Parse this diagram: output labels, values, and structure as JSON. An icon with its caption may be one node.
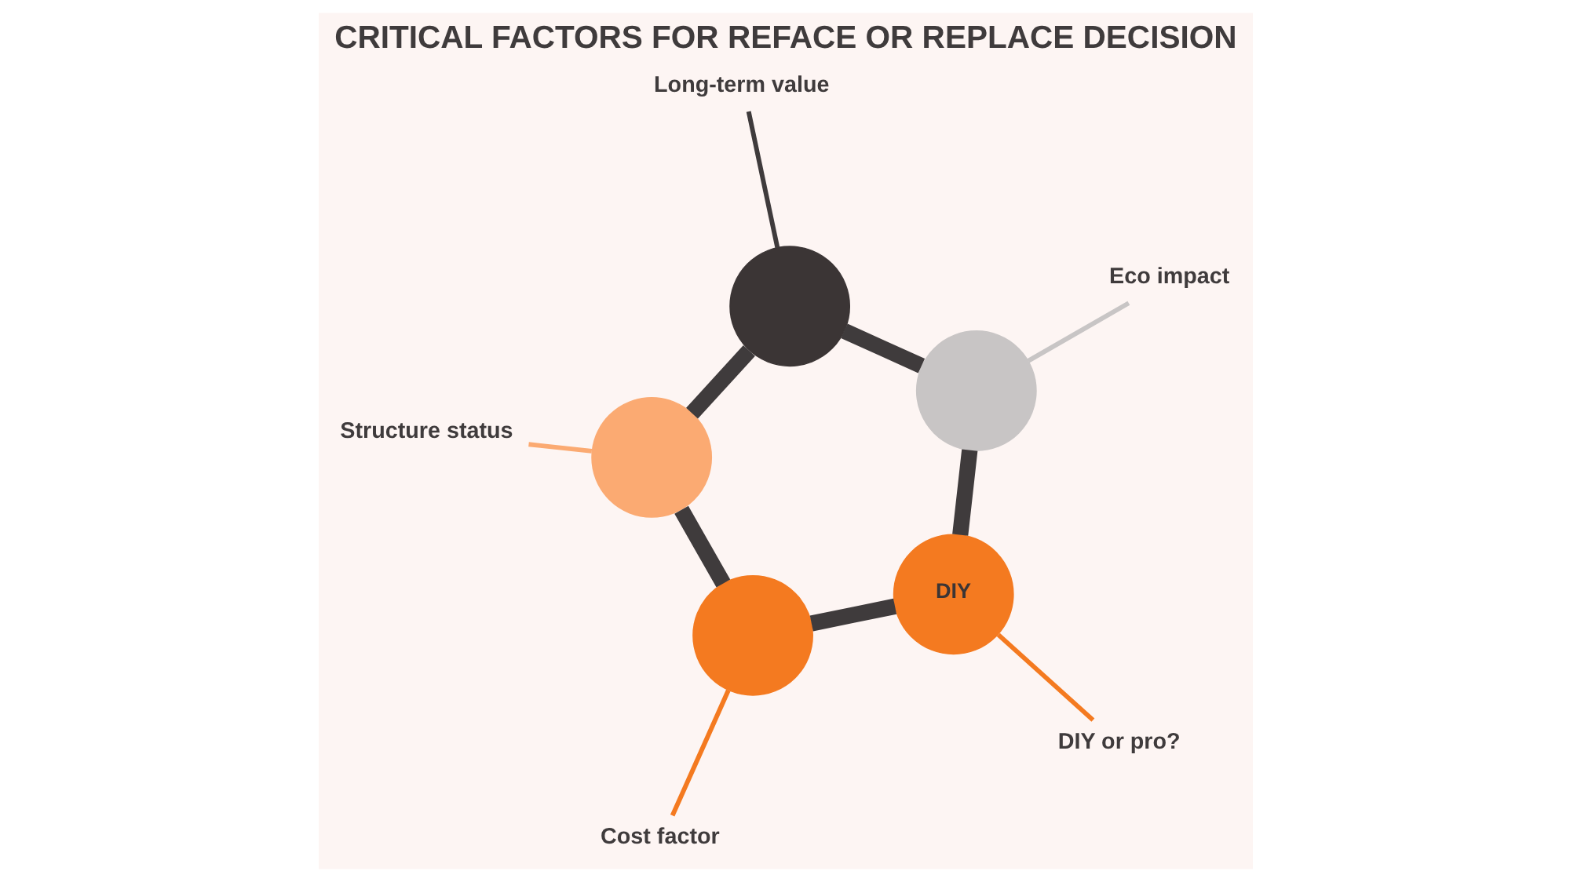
{
  "diagram": {
    "title": "CRITICAL FACTORS FOR REFACE OR REPLACE DECISION",
    "nodes": [
      {
        "text": [
          "Long-term value"
        ]
      },
      {
        "text": [
          "Structure status"
        ]
      },
      {
        "text": [
          "Eco impact"
        ]
      },
      {
        "text": [
          "Cost factor"
        ]
      },
      {
        "text": [
          "DIY or pro?"
        ]
      },
      {
        "text": [],
        "shape": "circle"
      },
      {
        "text": [],
        "shape": "circle"
      },
      {
        "text": [],
        "shape": "circle"
      },
      {
        "text": [],
        "shape": "circle"
      },
      {
        "text": [
          "DIY"
        ]
      }
    ],
    "edges": [
      {
        "from": 0,
        "to": 5,
        "arrow": "none"
      },
      {
        "from": 1,
        "to": 6,
        "arrow": "none",
        "color": "#fbaa72"
      },
      {
        "from": 2,
        "to": 7,
        "arrow": "none",
        "color": "#c8c5c5"
      },
      {
        "from": 3,
        "to": 8,
        "arrow": "none",
        "color": "#f47a20"
      },
      {
        "from": 4,
        "to": 9,
        "arrow": "none",
        "color": "#f47a20"
      },
      {
        "from": 5,
        "to": 7,
        "arrow": "none",
        "style": "thick"
      },
      {
        "from": 7,
        "to": 9,
        "arrow": "none",
        "style": "thick"
      },
      {
        "from": 9,
        "to": 8,
        "arrow": "none",
        "style": "thick"
      },
      {
        "from": 8,
        "to": 6,
        "arrow": "none",
        "style": "thick"
      },
      {
        "from": 6,
        "to": 5,
        "arrow": "none",
        "style": "thick"
      }
    ]
  }
}
